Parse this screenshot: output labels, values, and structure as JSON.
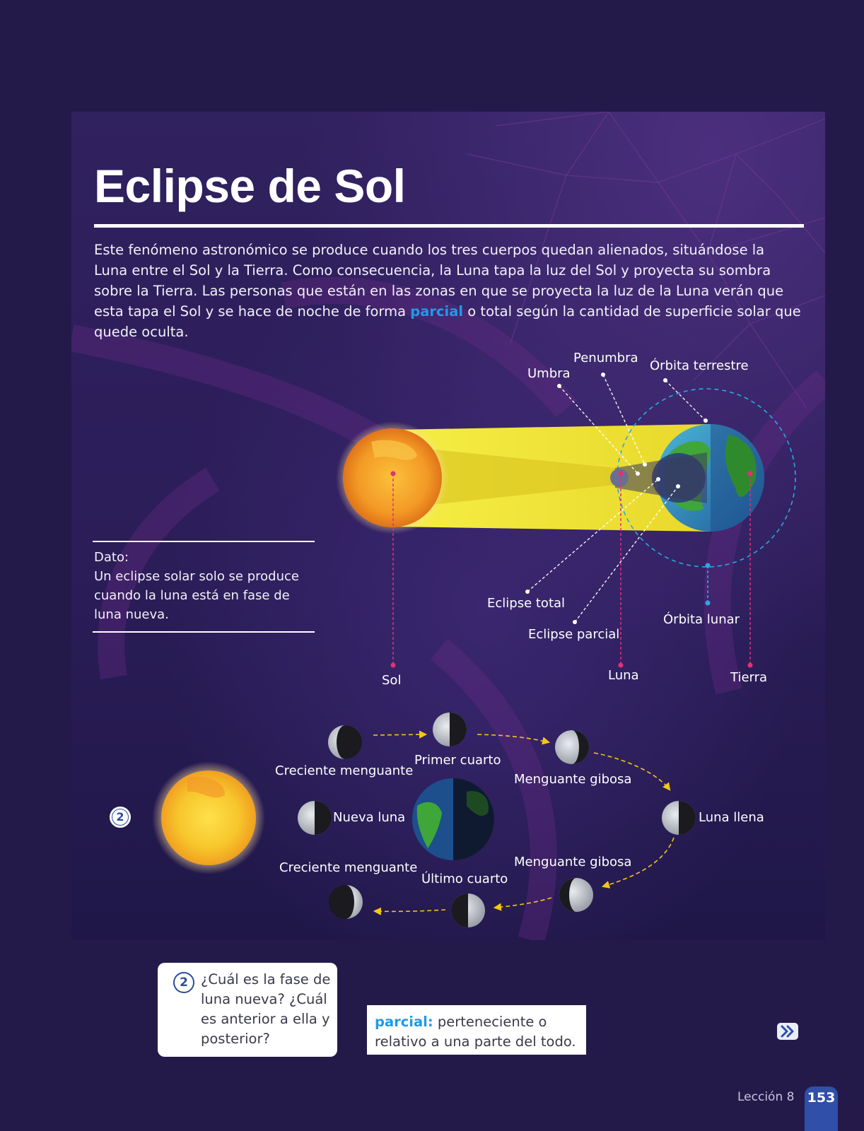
{
  "page": {
    "title": "Eclipse de Sol",
    "intro_before": "Este fenómeno astronómico se produce cuando los tres cuerpos quedan alienados, situándose la Luna entre el Sol y la Tierra. Como consecuencia, la Luna tapa la luz del Sol y proyecta su sombra sobre la Tierra. Las personas que están en las zonas en que se proyecta la luz de la Luna verán que esta tapa el Sol y se hace de noche de forma ",
    "intro_keyword": "parcial",
    "intro_after": " o total según la cantidad de superficie solar que quede oculta."
  },
  "dato": {
    "heading": "Dato:",
    "text": "Un eclipse solar solo se produce cuando la luna está en fase de luna nueva."
  },
  "eclipse_diagram": {
    "labels": {
      "umbra": "Umbra",
      "penumbra": "Penumbra",
      "orbita_terrestre": "Órbita terrestre",
      "eclipse_total": "Eclipse total",
      "eclipse_parcial": "Eclipse parcial",
      "orbita_lunar": "Órbita lunar",
      "sol": "Sol",
      "luna": "Luna",
      "tierra": "Tierra"
    },
    "colors": {
      "sun": "#f3a52a",
      "light_beam": "#f3e637",
      "pointer_pink": "#e0307a",
      "orbit_blue": "#2aa9e0",
      "arrow_yellow": "#f5c518"
    }
  },
  "moon_phases": {
    "marker": "2",
    "labels": {
      "creciente_top": "Creciente menguante",
      "primer_cuarto": "Primer cuarto",
      "menguante_gibosa_top": "Menguante gibosa",
      "luna_llena": "Luna llena",
      "nueva_luna": "Nueva luna",
      "menguante_gibosa_bottom": "Menguante gibosa",
      "ultimo_cuarto": "Último cuarto",
      "creciente_bottom": "Creciente menguante"
    }
  },
  "question": {
    "number": "2",
    "text": "¿Cuál es la fase de luna nueva? ¿Cuál es anterior a ella y posterior?"
  },
  "glossary": {
    "term": "parcial:",
    "definition": " perteneciente o relativo a una parte del todo."
  },
  "footer": {
    "lesson": "Lección 8",
    "page_number": "153"
  }
}
